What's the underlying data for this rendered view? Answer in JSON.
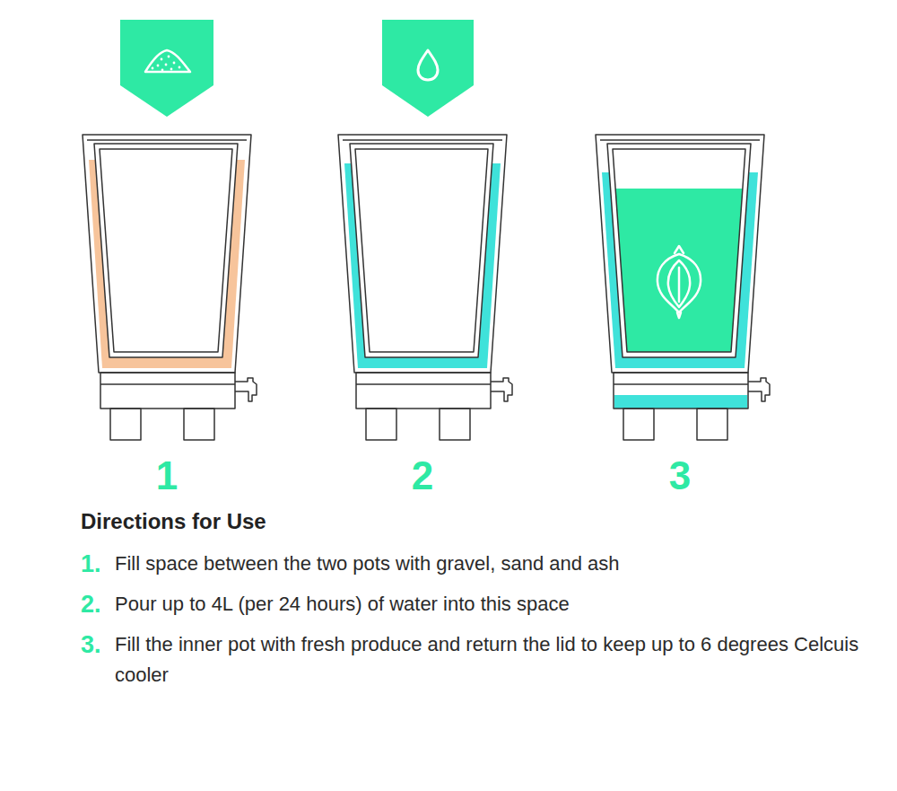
{
  "diagram": {
    "title": "Directions for Use",
    "labels": [
      "1",
      "2",
      "3",
      "1.",
      "Fill space between the two pots with gravel, sand and ash",
      "2.",
      "Pour up to 4L (per 24 hours) of water into this space",
      "3.",
      "Fill the inner pot with fresh produce and return the lid to keep up to 6 degrees Celcuis cooler"
    ]
  }
}
